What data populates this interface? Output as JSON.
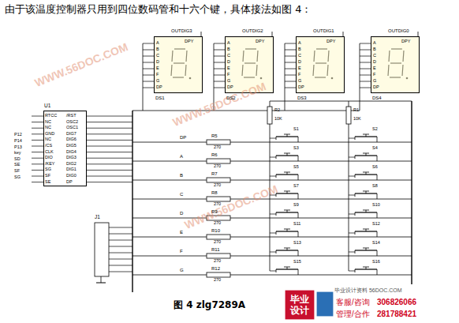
{
  "diagram": {
    "title": "由于该温度控制器只用到四位数码管和十六个键，具体接法如图 4：",
    "caption": "图 4 zlg7289A",
    "nodes": [
      {
        "text": [
          "DPY"
        ]
      },
      {
        "text": [
          "DPY"
        ]
      },
      {
        "text": [
          "DPY"
        ]
      },
      {
        "text": [
          "DPY"
        ]
      },
      {
        "text": [
          "U1"
        ]
      },
      {
        "text": [
          "J1"
        ]
      }
    ],
    "labels": [
      "WWW.56DOC.COM",
      "WWW.56DOC.COM",
      "WWW.56DOC.COM",
      "OUTDIG3",
      "OUTDIG2",
      "OUTDIG1",
      "OUTDIG0",
      "DS1",
      "DS2",
      "DS3",
      "DS4",
      "A",
      "B",
      "C",
      "D",
      "E",
      "F",
      "G",
      "DP",
      "A",
      "B",
      "C",
      "D",
      "E",
      "F",
      "G",
      "DP",
      "A",
      "B",
      "C",
      "D",
      "E",
      "F",
      "G",
      "DP",
      "A",
      "B",
      "C",
      "D",
      "E",
      "F",
      "G",
      "DP",
      "RTCC",
      "NC",
      "NC",
      "GND",
      "NC",
      "/CS",
      "CLK",
      "DIO",
      "/KEY",
      "SG",
      "SF",
      "SE",
      "/RST",
      "OSC2",
      "OSC1",
      "DIG7",
      "DIG6",
      "DIG5",
      "DIG4",
      "DIG3",
      "DIG2",
      "DIG1",
      "DIG0",
      "DP",
      "P12",
      "P14",
      "P13",
      "key",
      "SD",
      "SE",
      "SF",
      "SG",
      "DP",
      "A",
      "B",
      "C",
      "D",
      "E",
      "F",
      "G",
      "R5",
      "R6",
      "R7",
      "R8",
      "R9",
      "R10",
      "R11",
      "R12",
      "270",
      "270",
      "270",
      "270",
      "270",
      "270",
      "270",
      "270",
      "S1",
      "S2",
      "S3",
      "S4",
      "S5",
      "S6",
      "S7",
      "S8",
      "S9",
      "S10",
      "S11",
      "S12",
      "S13",
      "S14",
      "S15",
      "S16",
      "R2",
      "R1",
      "10K",
      "10K",
      "毕业设计资料 56DOC.COM",
      "客服/咨询",
      "306826066",
      "管理/合作",
      "281788421",
      "毕业",
      "设计"
    ]
  }
}
